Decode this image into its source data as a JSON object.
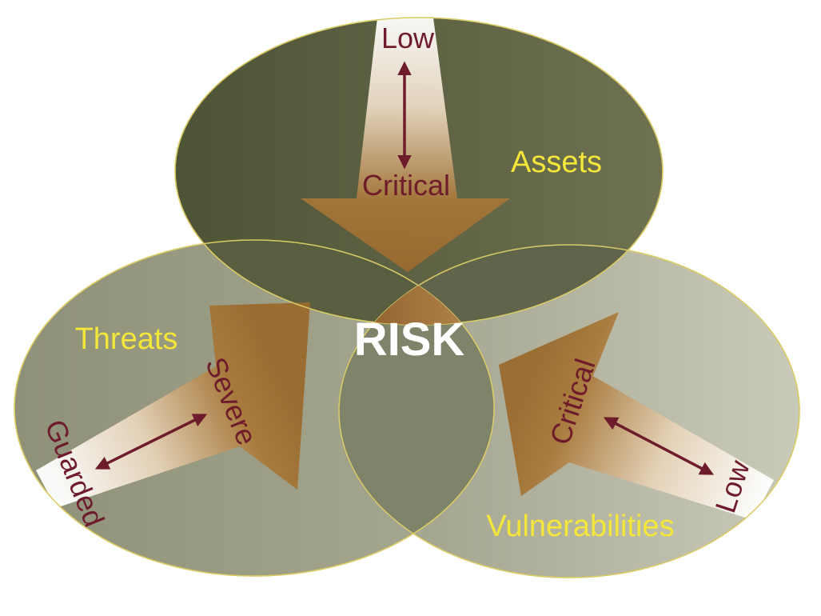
{
  "center": {
    "label": "RISK"
  },
  "sets": [
    {
      "id": "assets",
      "label": "Assets",
      "scale_high": "Low",
      "scale_low": "Critical"
    },
    {
      "id": "threats",
      "label": "Threats",
      "scale_high": "Severe",
      "scale_low": "Guarded"
    },
    {
      "id": "vulnerabilities",
      "label": "Vulnerabilities",
      "scale_high": "Critical",
      "scale_low": "Low"
    }
  ],
  "colors": {
    "assets_fill": "#5f6345",
    "threats_fill": "#a3a48d",
    "vulnerabilities_fill": "#b3b5a0",
    "outline": "#d9cc66",
    "label_yellow": "#f5e63a",
    "text_maroon": "#6e1b2c",
    "arrow_brown": "#9a6a2e",
    "arrow_light": "#ffffff",
    "risk_text": "#ffffff"
  }
}
